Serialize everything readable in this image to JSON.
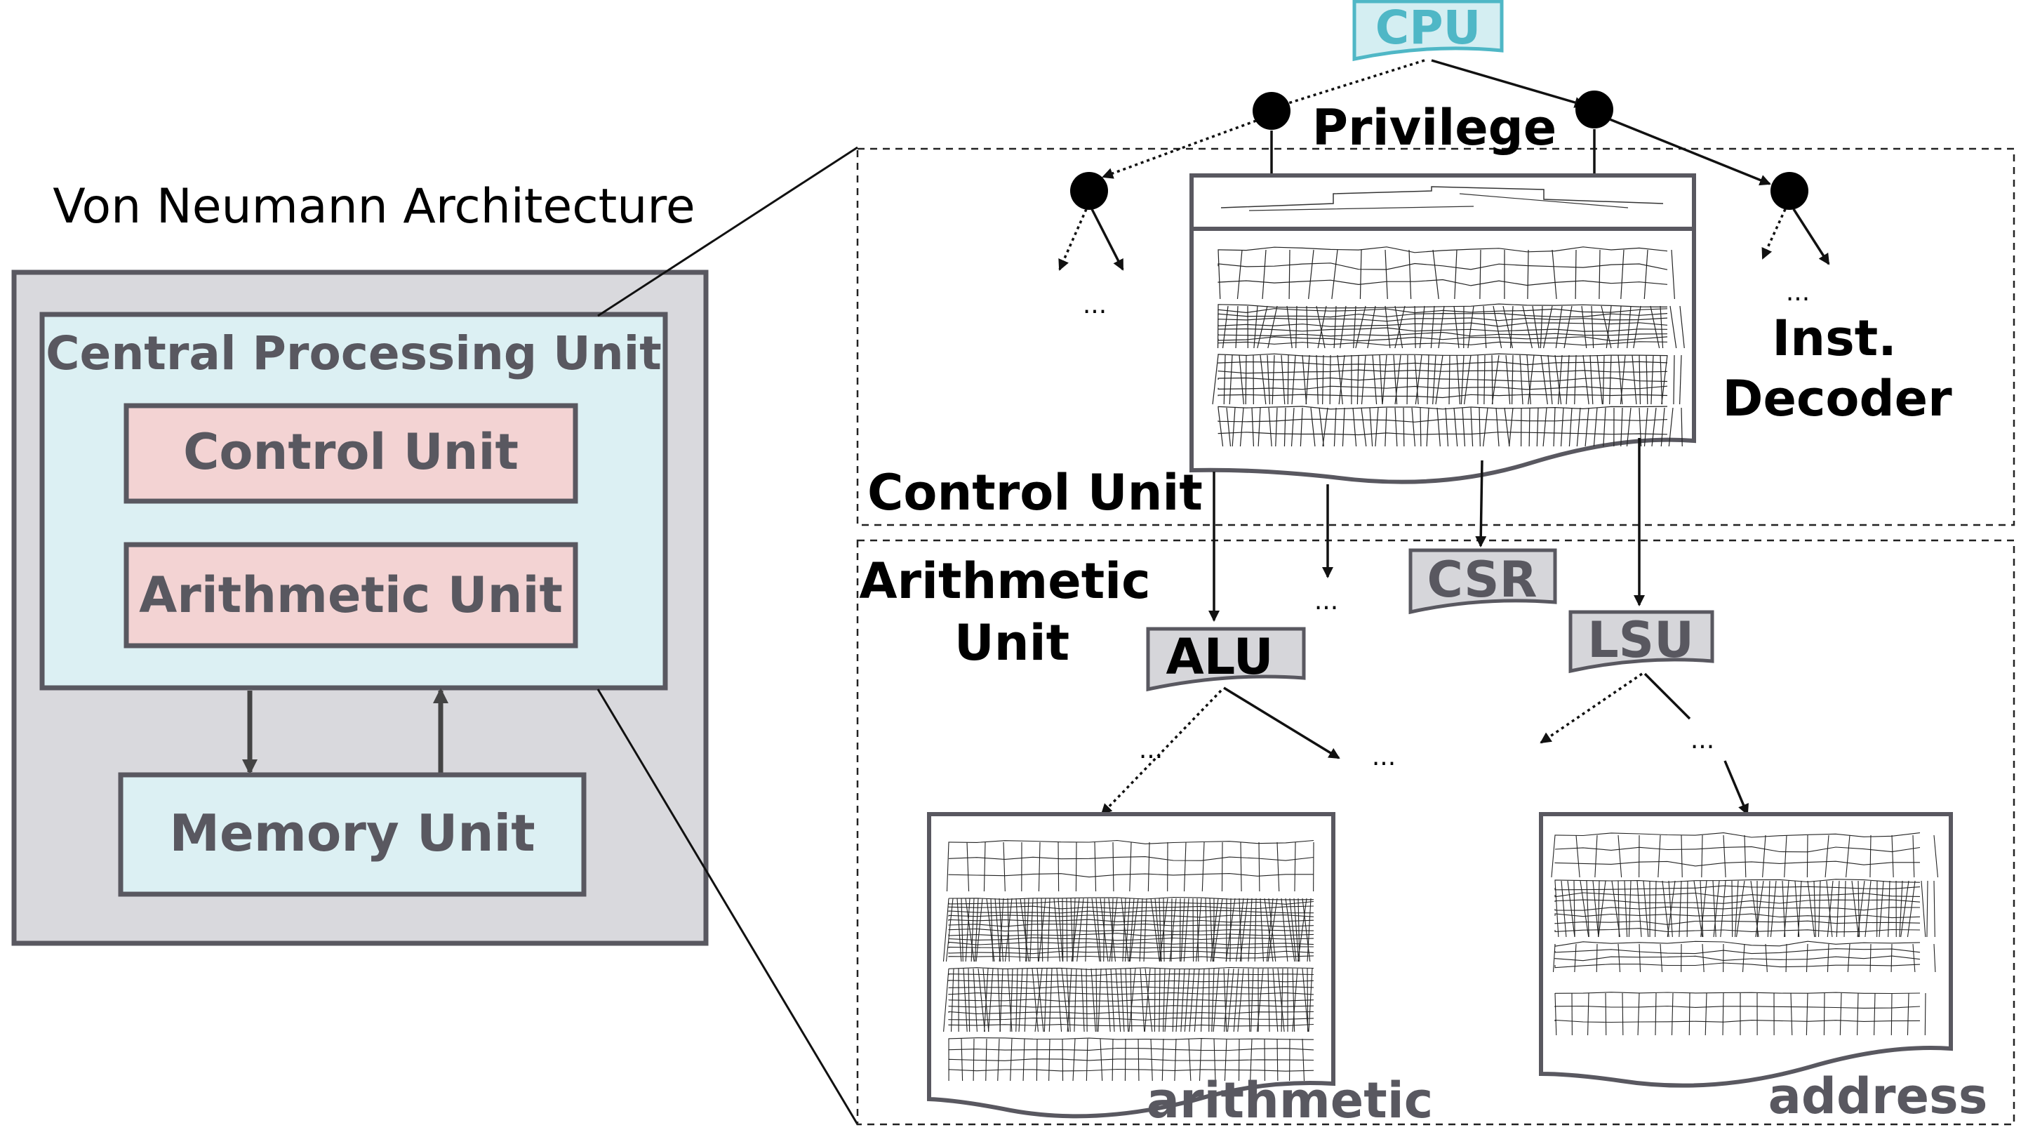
{
  "von_neumann": {
    "title": "Von Neumann Architecture",
    "cpu_label": "Central Processing Unit",
    "control_unit_label": "Control Unit",
    "arithmetic_unit_label": "Arithmetic Unit",
    "memory_unit_label": "Memory Unit"
  },
  "tree": {
    "cpu_label": "CPU",
    "privilege_label": "Privilege",
    "inst_decoder_line1": "Inst.",
    "inst_decoder_line2": "Decoder",
    "control_unit_label": "Control Unit",
    "arithmetic_unit_line1": "Arithmetic",
    "arithmetic_unit_line2": "Unit",
    "alu_label": "ALU",
    "csr_label": "CSR",
    "lsu_label": "LSU",
    "arithmetic_label": "arithmetic",
    "address_label": "address",
    "ellipsis": "..."
  },
  "colors": {
    "frame_gray": "#595860",
    "outer_fill": "#d9d9dd",
    "cpu_fill": "#dcf0f3",
    "unit_fill": "#f3d3d3",
    "cpu_tag_fill": "#d4eef2",
    "cpu_tag_stroke": "#4fb7c6",
    "tag_fill": "#d6d6da"
  }
}
